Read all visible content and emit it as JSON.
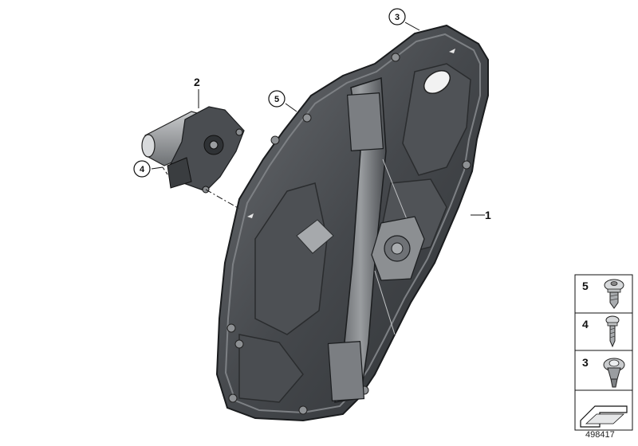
{
  "callouts": {
    "window_regulator": "1",
    "drive_motor": "2",
    "plate_upper": "3",
    "motor_bolt": "4",
    "plate_screw": "5"
  },
  "legend": {
    "items": [
      {
        "num": "5",
        "part": "torx-screw-with-washer"
      },
      {
        "num": "4",
        "part": "self-tapping-screw"
      },
      {
        "num": "3",
        "part": "clip-nut-screw"
      }
    ]
  },
  "diagram_id": "498417",
  "colors": {
    "panel_dark": "#3a3d40",
    "panel_mid": "#55585c",
    "panel_light": "#8a8d90",
    "line": "#111111"
  }
}
